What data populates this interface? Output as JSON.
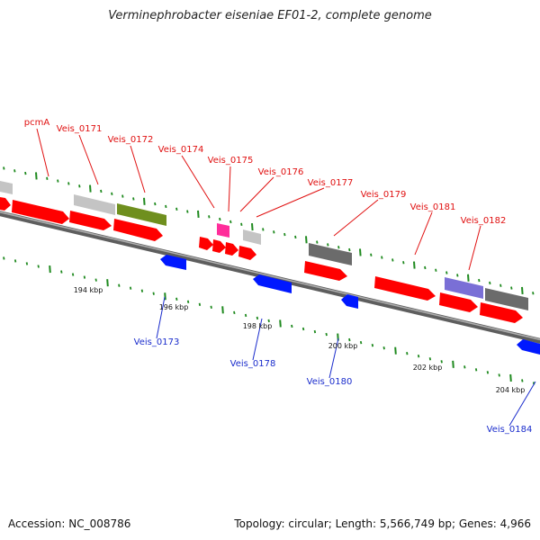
{
  "title": "Verminephrobacter eiseniae EF01-2, complete genome",
  "accession_label": "Accession: NC_008786",
  "summary_label": "Topology: circular; Length: 5,566,749 bp; Genes: 4,966",
  "colors": {
    "forward_label": "#e01010",
    "reverse_label": "#1a2ccc",
    "forward_arrow": "#ff0000",
    "reverse_arrow": "#0018ff",
    "backbone": "#808080",
    "tick": "#1f8a1f",
    "olive": "#6f8f1e",
    "gray": "#6b6b6b",
    "light_gray": "#c4c4c4",
    "pink": "#ff2d9b",
    "purple": "#7a6fd6"
  },
  "scale_labels": [
    "194 kbp",
    "196 kbp",
    "198 kbp",
    "200 kbp",
    "202 kbp",
    "204 kbp"
  ],
  "forward_gene_labels": [
    "pcmA",
    "Veis_0171",
    "Veis_0172",
    "Veis_0174",
    "Veis_0175",
    "Veis_0176",
    "Veis_0177",
    "Veis_0179",
    "Veis_0181",
    "Veis_0182"
  ],
  "reverse_gene_labels": [
    "Veis_0173",
    "Veis_0178",
    "Veis_0180",
    "Veis_0184"
  ]
}
